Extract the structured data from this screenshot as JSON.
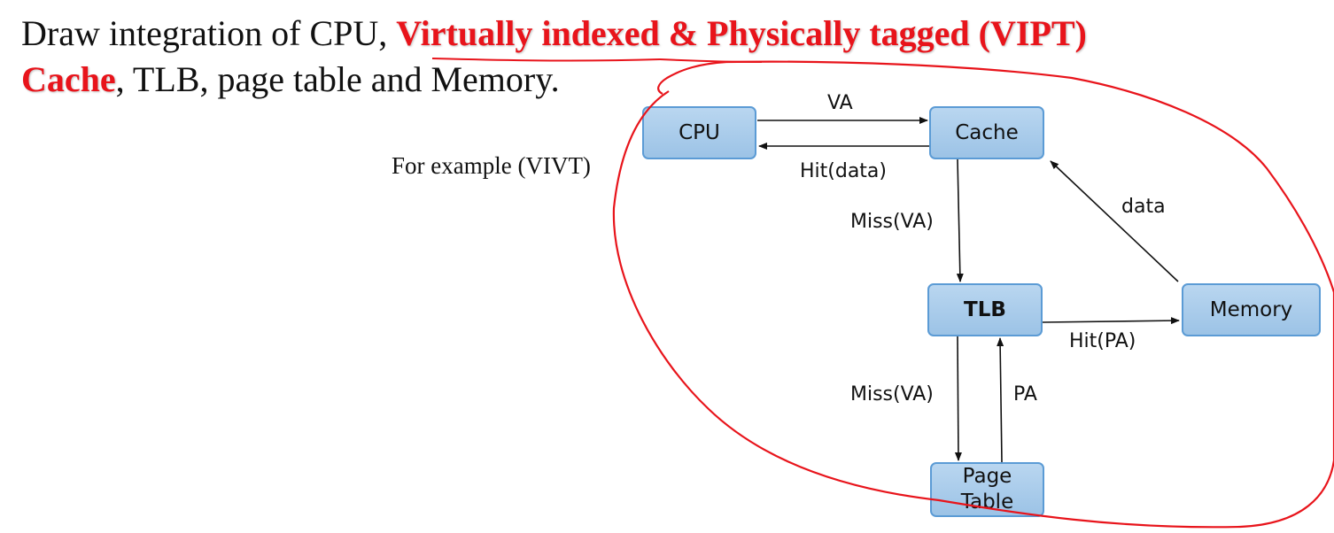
{
  "heading": {
    "line1_prefix": "Draw integration of CPU,  ",
    "line1_highlight": "Virtually indexed & Physically tagged (VIPT)",
    "line2_highlight": "Cache",
    "line2_suffix": ", TLB, page table and Memory."
  },
  "example_label": "For example (VIVT)",
  "diagram": {
    "nodes": {
      "cpu": "CPU",
      "cache": "Cache",
      "tlb": "TLB",
      "memory": "Memory",
      "page_table_line1": "Page",
      "page_table_line2": "Table"
    },
    "edges": {
      "cpu_to_cache": "VA",
      "cache_to_cpu": "Hit(data)",
      "cache_to_tlb": "Miss(VA)",
      "memory_to_cache": "data",
      "tlb_to_memory": "Hit(PA)",
      "tlb_to_page_table": "Miss(VA)",
      "page_table_to_tlb": "PA"
    }
  },
  "colors": {
    "highlight_text": "#e8141b",
    "annotation_ink": "#e8141b",
    "node_fill": "#a8cbea",
    "node_border": "#5b9bd5"
  }
}
